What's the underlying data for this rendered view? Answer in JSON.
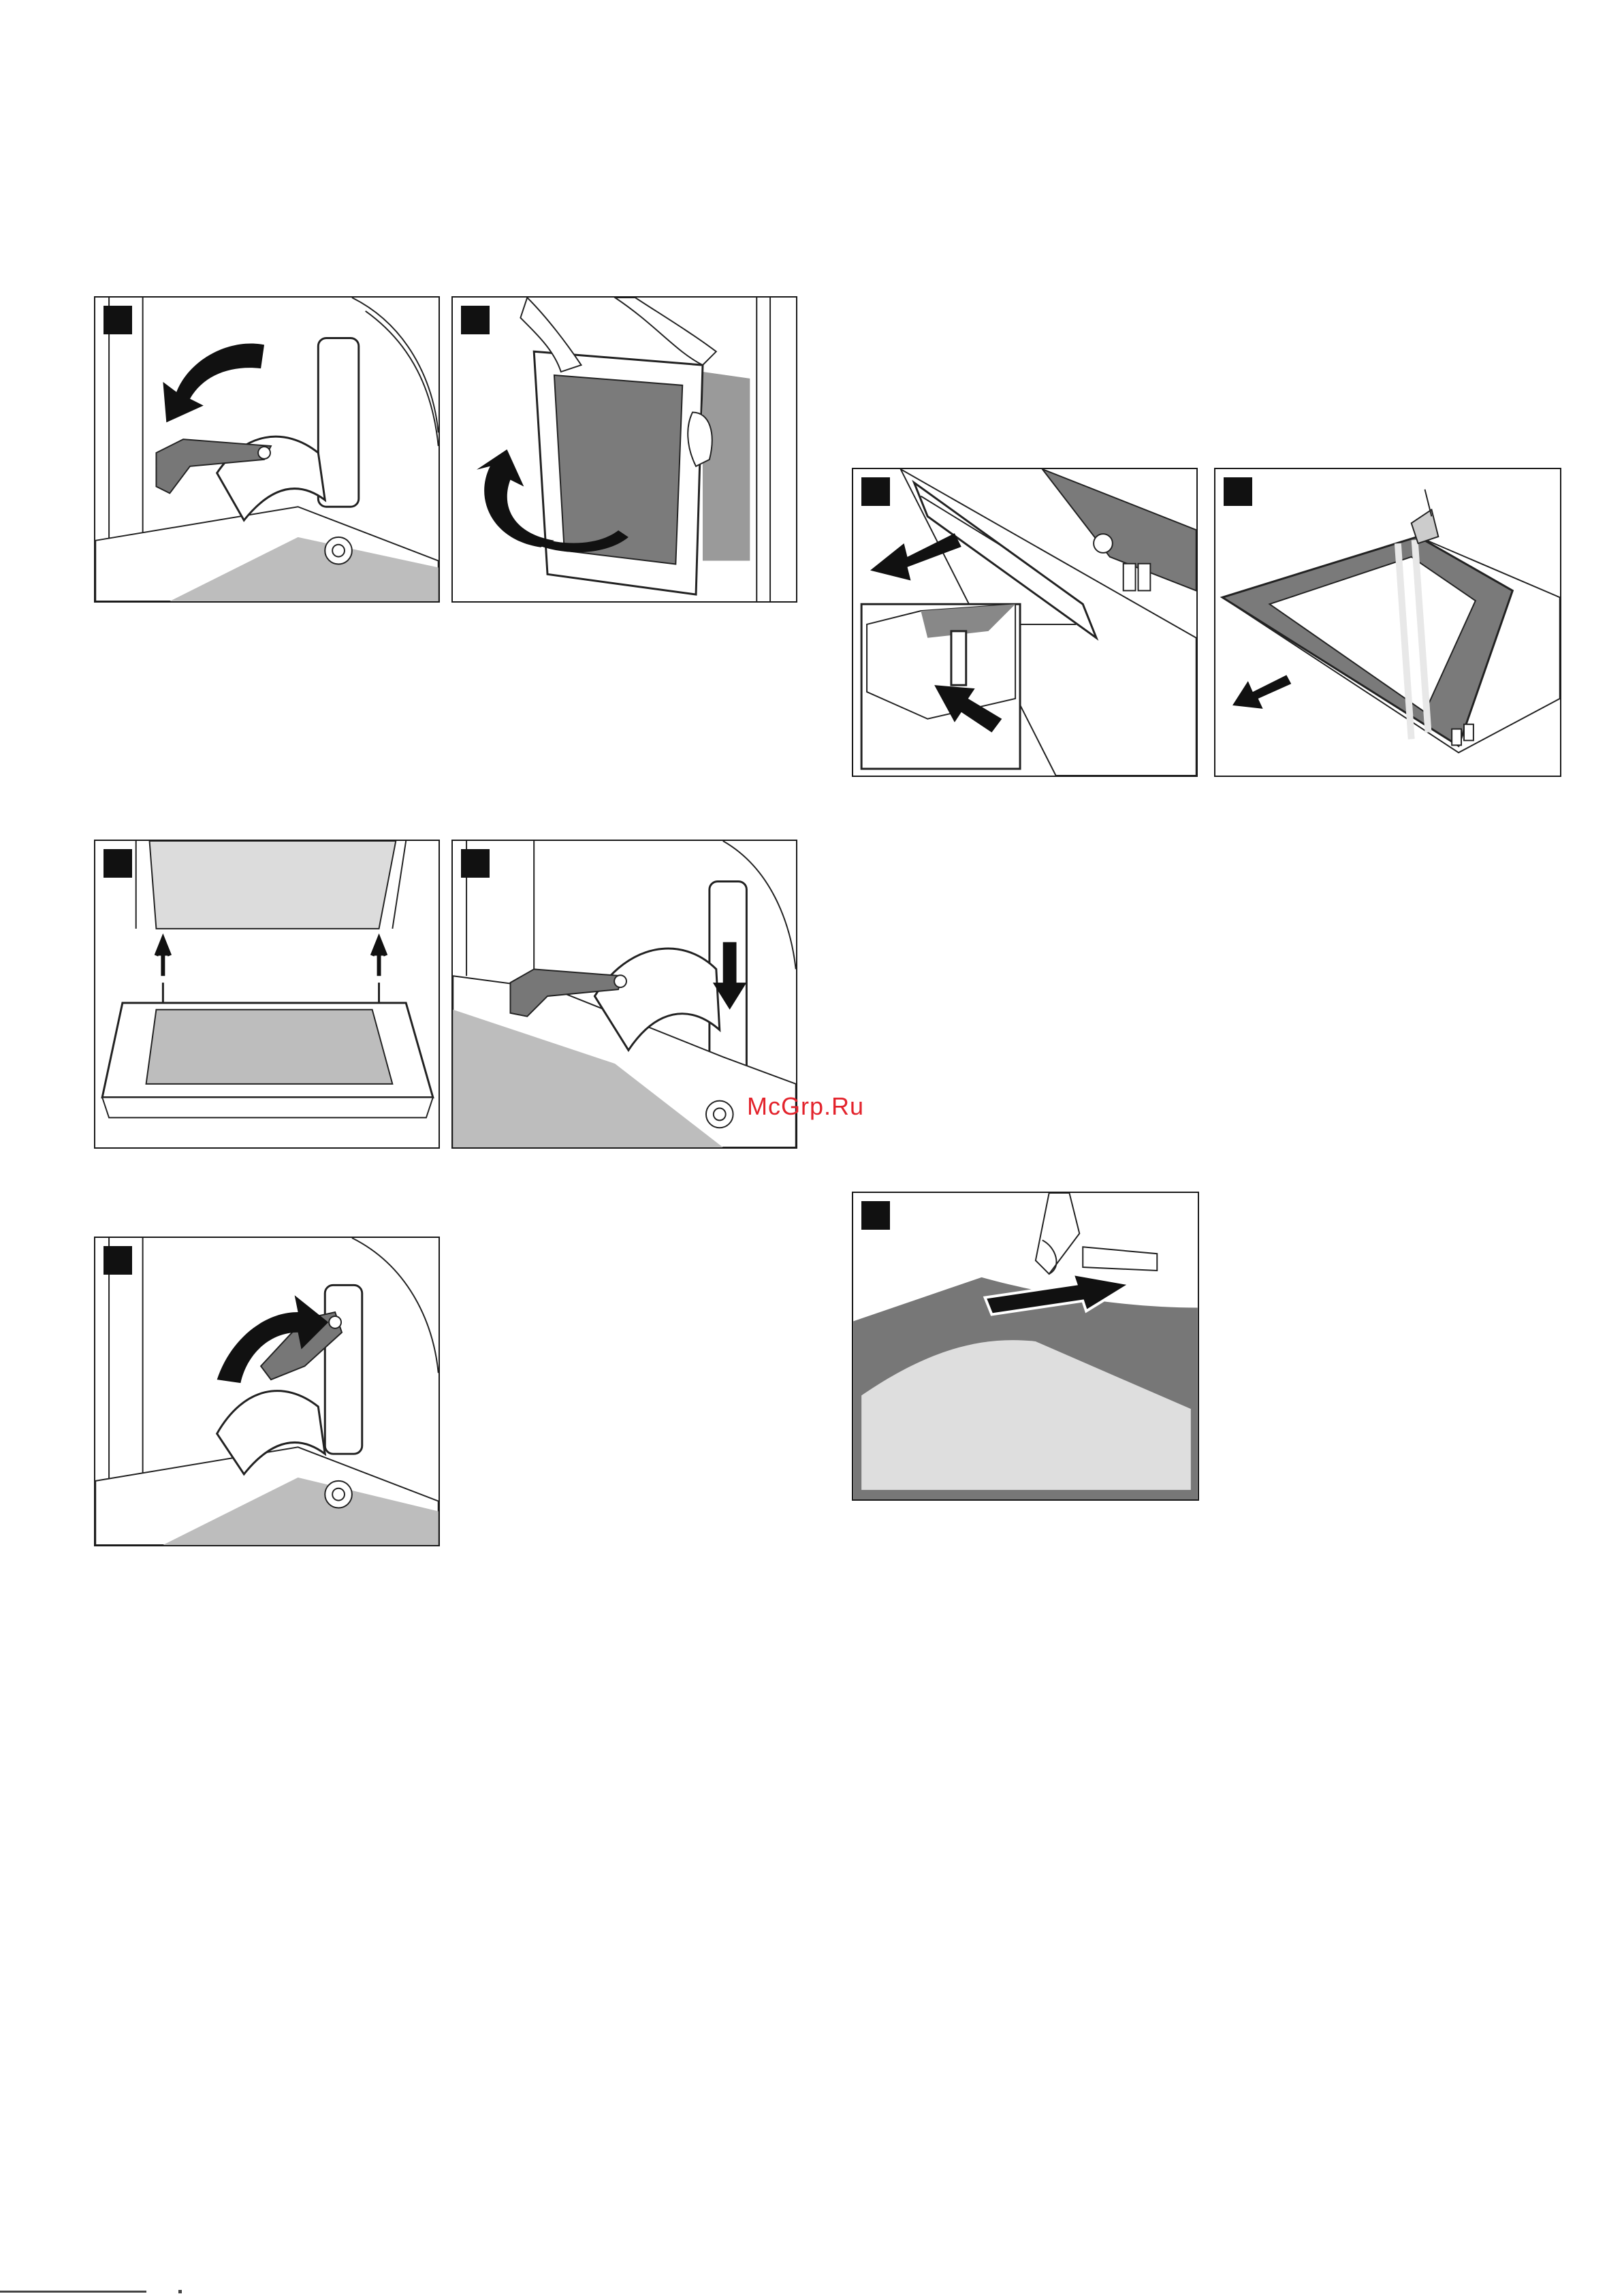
{
  "watermark": {
    "text": "McGrp.Ru",
    "color": "#e3232c"
  },
  "figures": [
    {
      "id": "fig-1",
      "icon": "hinge-lever-down-icon"
    },
    {
      "id": "fig-2",
      "icon": "door-lift-off-icon"
    },
    {
      "id": "fig-3",
      "icon": "door-insert-hooks-icon"
    },
    {
      "id": "fig-4",
      "icon": "hinge-lock-down-icon"
    },
    {
      "id": "fig-5",
      "icon": "hinge-lever-up-icon"
    },
    {
      "id": "fig-6",
      "icon": "door-cover-release-icon"
    },
    {
      "id": "fig-7",
      "icon": "glass-pane-remove-icon"
    },
    {
      "id": "fig-8",
      "icon": "cover-slide-in-icon"
    }
  ],
  "colors": {
    "panel_border": "#1a1a1a",
    "shade_dark": "#7a7a7a",
    "shade_light": "#d9d9d9",
    "badge": "#111111"
  }
}
